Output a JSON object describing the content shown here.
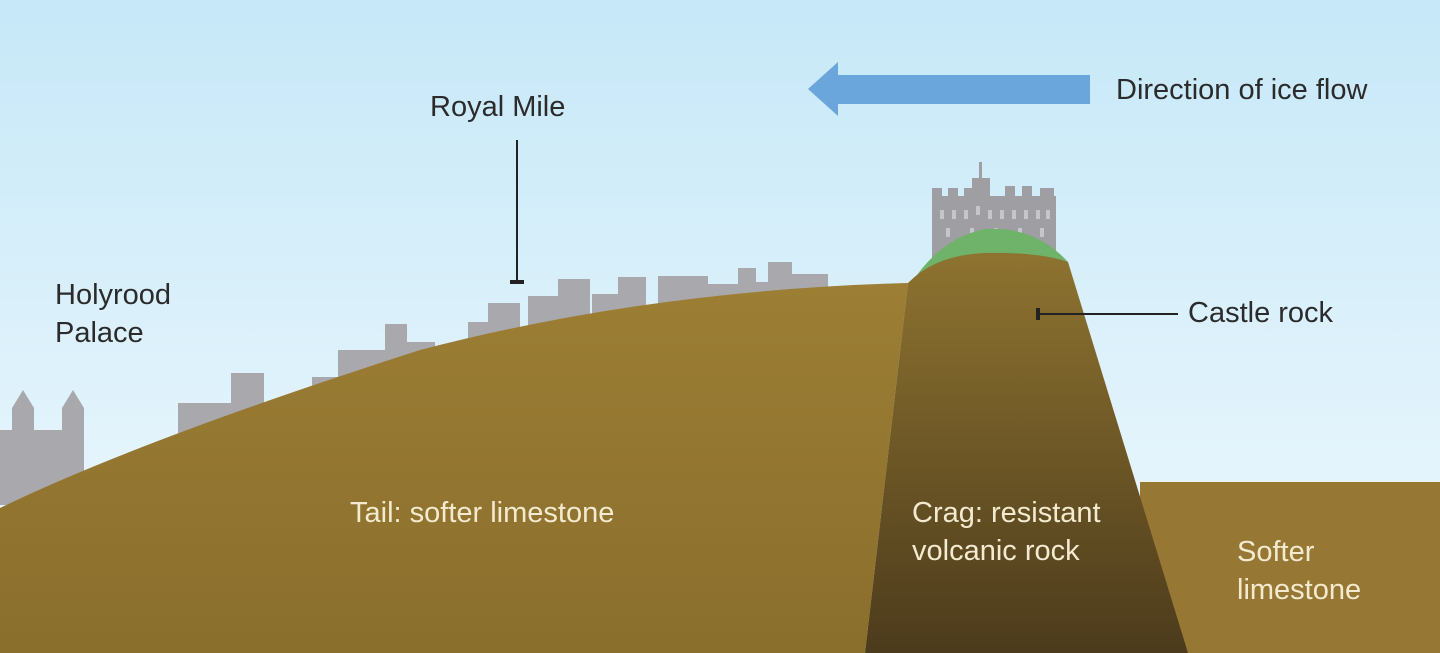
{
  "labels": {
    "royal_mile": "Royal Mile",
    "ice_flow": "Direction of ice flow",
    "holyrood_line1": "Holyrood",
    "holyrood_line2": "Palace",
    "castle_rock": "Castle rock",
    "tail_line1": "Tail: softer limestone",
    "crag_line1": "Crag: resistant",
    "crag_line2": "volcanic rock",
    "softer_line1": "Softer",
    "softer_line2": "limestone"
  },
  "colors": {
    "sky_top": "#c6e8f8",
    "sky_bottom": "#f0f9fd",
    "tail": "#9a7c33",
    "crag_top": "#8e7330",
    "crag_bottom": "#4c3b1c",
    "softer_ground": "#967834",
    "buildings": "#a9a9ad",
    "castle": "#9e9ea3",
    "grass": "#6fb26a",
    "arrow": "#6aa6dc",
    "dark_text": "#2b2b2b",
    "light_text": "#f3ead0"
  }
}
